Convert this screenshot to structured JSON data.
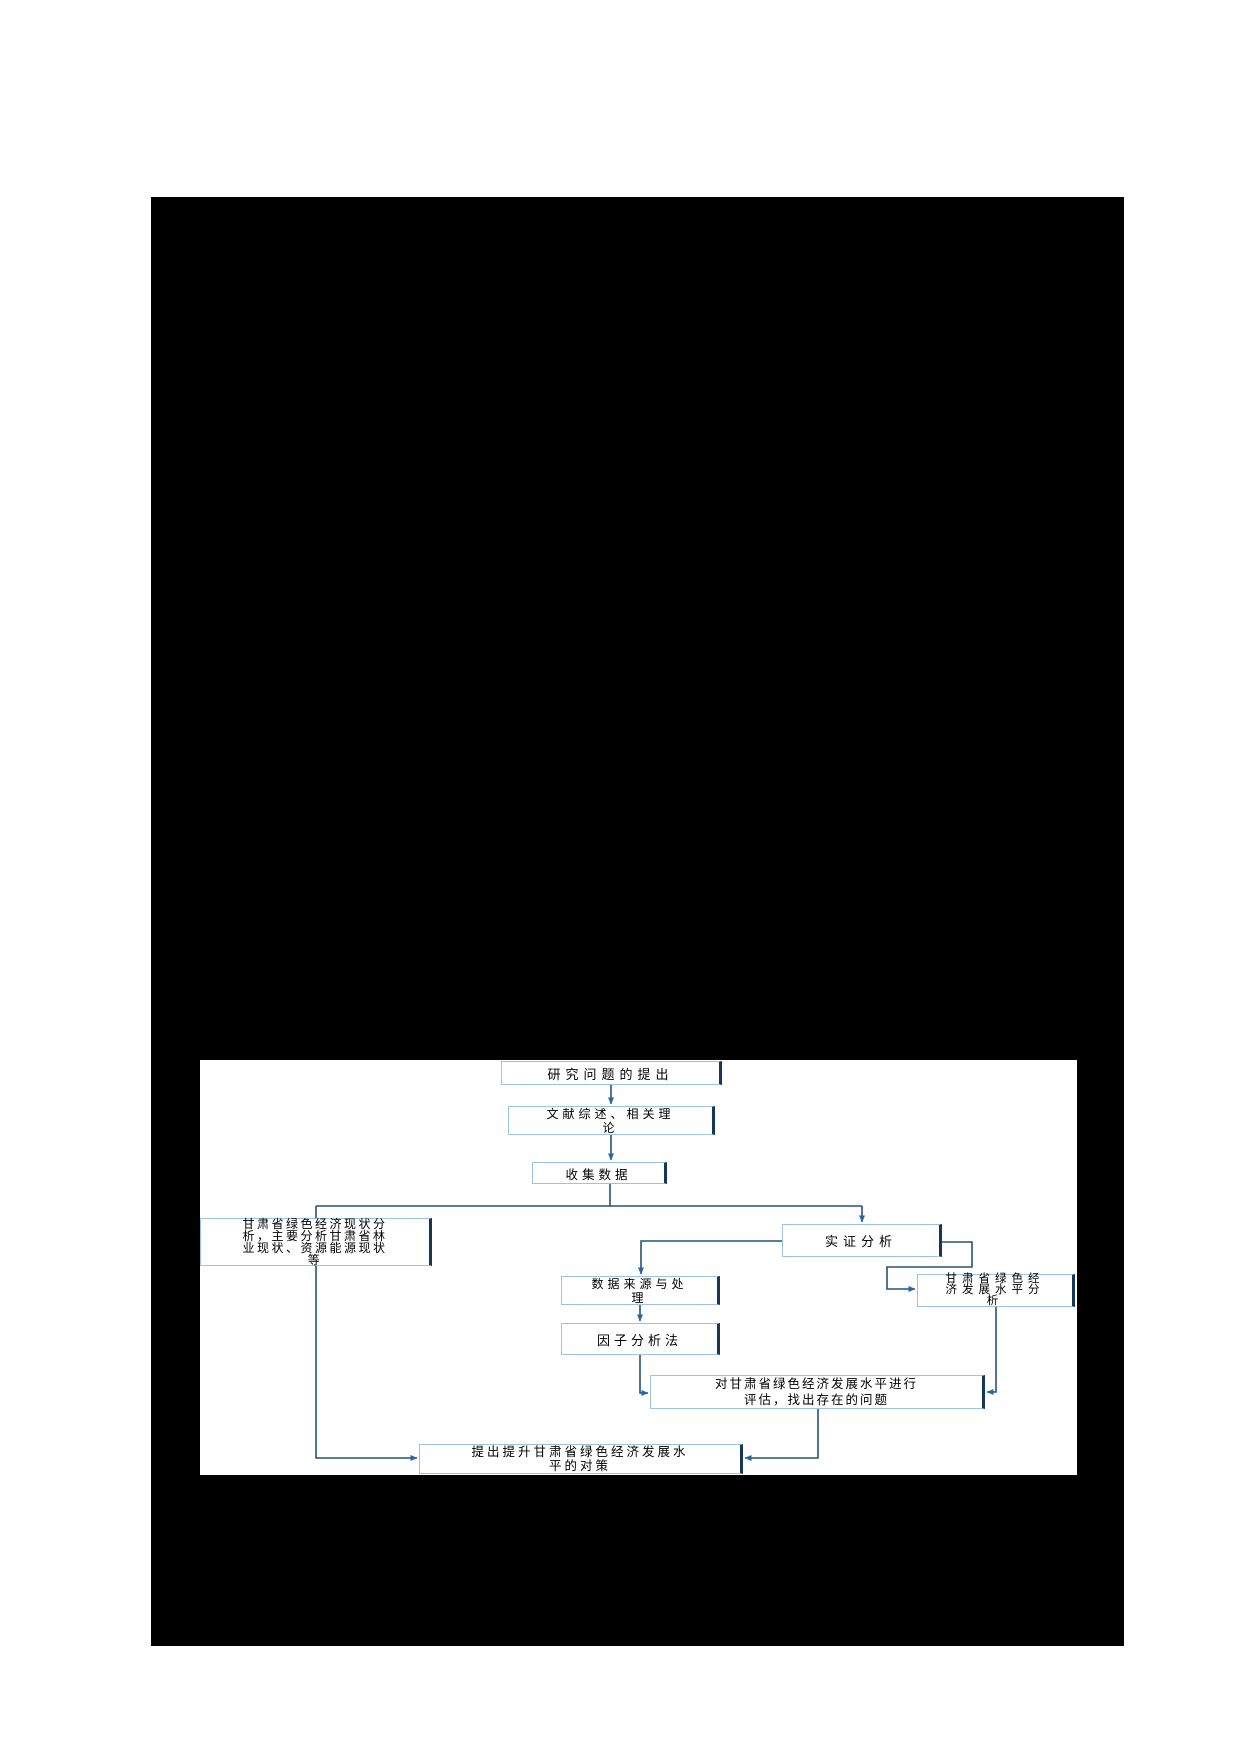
{
  "document": {
    "figure": {
      "type": "flowchart",
      "nodes": [
        {
          "id": "research-problem",
          "label": "研究问题的提出",
          "display": "研究问题的提出"
        },
        {
          "id": "literature-theory",
          "label": "文献综述、相关理论",
          "display": "文献综述、相关理\n论"
        },
        {
          "id": "collect-data",
          "label": "收集数据",
          "display": "收集数据"
        },
        {
          "id": "status-analysis",
          "label": "甘肃省绿色经济现状分析，主要分析甘肃省林业现状、资源能源现状等",
          "display": "甘肃省绿色经济现状分\n析，主要分析甘肃省林\n业现状、资源能源现状\n等"
        },
        {
          "id": "empirical-analysis",
          "label": "实证分析",
          "display": "实证分析"
        },
        {
          "id": "data-source-processing",
          "label": "数据来源与处理",
          "display": "数据来源与处\n理"
        },
        {
          "id": "factor-analysis",
          "label": "因子分析法",
          "display": "因子分析法"
        },
        {
          "id": "green-economy-level-analysis",
          "label": "甘肃省绿色经济发展水平分析",
          "display": "甘肃省绿色经\n济发展水平分\n析"
        },
        {
          "id": "evaluate-problems",
          "label": "对甘肃省绿色经济发展水平进行评估，找出存在的问题",
          "display": "对甘肃省绿色经济发展水平进行\n评估，找出存在的问题"
        },
        {
          "id": "countermeasures",
          "label": "提出提升甘肃省绿色经济发展水平的对策",
          "display": "提出提升甘肃省绿色经济发展水\n平的对策"
        }
      ],
      "edges": [
        {
          "from": "research-problem",
          "to": "literature-theory"
        },
        {
          "from": "literature-theory",
          "to": "collect-data"
        },
        {
          "from": "collect-data",
          "to": "status-analysis"
        },
        {
          "from": "collect-data",
          "to": "empirical-analysis"
        },
        {
          "from": "empirical-analysis",
          "to": "data-source-processing"
        },
        {
          "from": "data-source-processing",
          "to": "factor-analysis"
        },
        {
          "from": "empirical-analysis",
          "to": "green-economy-level-analysis"
        },
        {
          "from": "factor-analysis",
          "to": "evaluate-problems"
        },
        {
          "from": "green-economy-level-analysis",
          "to": "evaluate-problems"
        },
        {
          "from": "evaluate-problems",
          "to": "countermeasures"
        },
        {
          "from": "status-analysis",
          "to": "countermeasures"
        }
      ],
      "colors": {
        "page_background": "#ffffff",
        "surround_fill": "#000000",
        "panel_background": "#ffffff",
        "box_border": "#9cc3e3",
        "box_shadow_edge": "#16365c",
        "connector": "#23527c",
        "arrowhead": "#2766a0",
        "text": "#000000"
      }
    }
  }
}
